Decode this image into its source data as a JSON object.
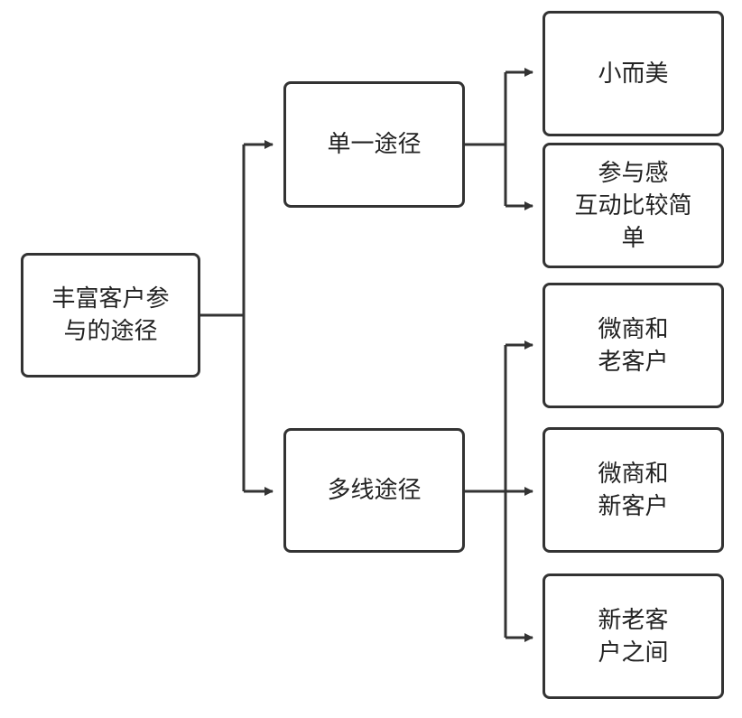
{
  "colors": {
    "line": "#333333",
    "box_border": "#333333",
    "text": "#222222",
    "background": "#ffffff"
  },
  "nodes": {
    "root": {
      "lines": [
        "丰富客户参",
        "与的途径"
      ]
    },
    "single_path": {
      "lines": [
        "单一途径"
      ]
    },
    "multi_path": {
      "lines": [
        "多线途径"
      ]
    },
    "small_beautiful": {
      "lines": [
        "小而美"
      ]
    },
    "sense_of_participation": {
      "lines": [
        "参与感",
        "互动比较简",
        "单"
      ]
    },
    "wechat_old_customers": {
      "lines": [
        "微商和",
        "老客户"
      ]
    },
    "wechat_new_customers": {
      "lines": [
        "微商和",
        "新客户"
      ]
    },
    "new_old_customers": {
      "lines": [
        "新老客",
        "户之间"
      ]
    }
  }
}
